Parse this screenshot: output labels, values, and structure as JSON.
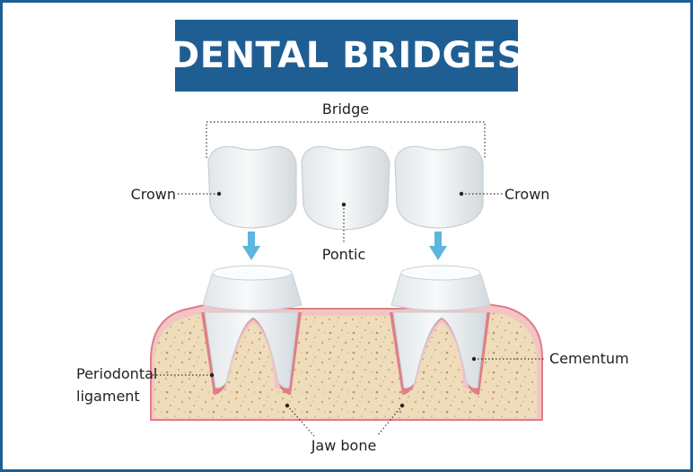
{
  "title": "DENTAL BRIDGES",
  "labels": {
    "bridge": "Bridge",
    "crown_left": "Crown",
    "crown_right": "Crown",
    "pontic": "Pontic",
    "periodontal_ligament_line1": "Periodontal",
    "periodontal_ligament_line2": "ligament",
    "cementum": "Cementum",
    "jaw_bone": "Jaw bone"
  },
  "colors": {
    "title_background": "#1f5e93",
    "frame_border": "#1f5e93",
    "gum": "#f2c4c6",
    "gum_outline": "#e07e86",
    "bone": "#efdcba",
    "bone_speckle": "#c9a57a",
    "tooth": "#f4f6f7",
    "tooth_shadow": "#d3dade",
    "arrow": "#5cb6dd"
  }
}
